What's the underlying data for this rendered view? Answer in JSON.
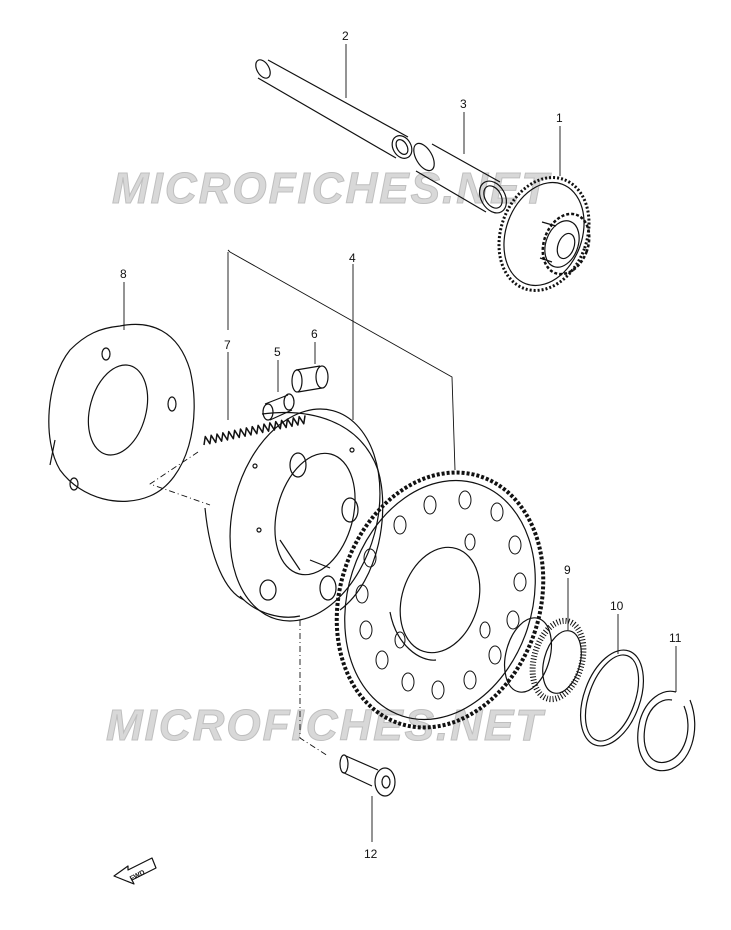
{
  "watermark": {
    "text_top": "MICROFICHES.NET",
    "text_bottom": "MICROFICHES.NET"
  },
  "callouts": {
    "c1": "1",
    "c2": "2",
    "c3": "3",
    "c4": "4",
    "c5": "5",
    "c6": "6",
    "c7": "7",
    "c8": "8",
    "c9": "9",
    "c10": "10",
    "c11": "11",
    "c12": "12"
  },
  "fwd_label": "FWD",
  "colors": {
    "line": "#111111",
    "watermark": "#d8d8d8"
  }
}
